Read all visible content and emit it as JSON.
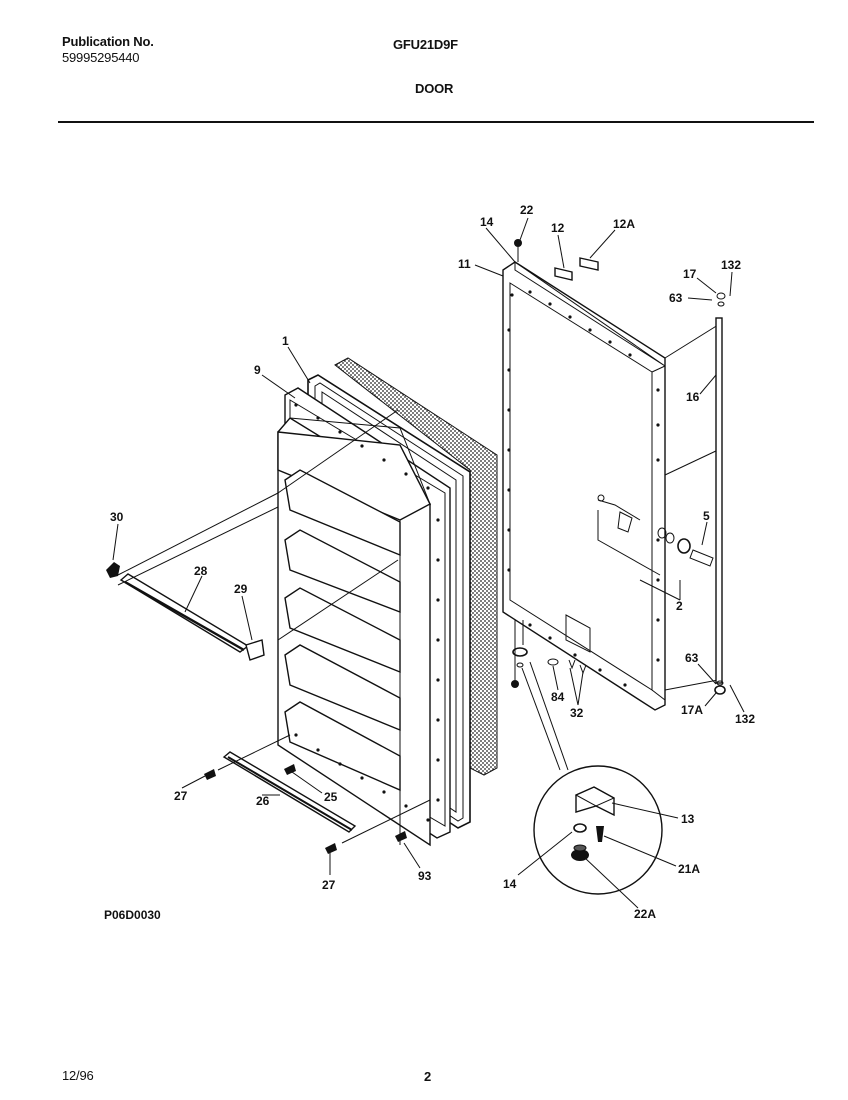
{
  "header": {
    "publication_label": "Publication No.",
    "publication_number": "59995295440",
    "model": "GFU21D9F",
    "section": "DOOR"
  },
  "diagram": {
    "code": "P06D0030",
    "callouts": {
      "c1": "1",
      "c9": "9",
      "c30": "30",
      "c28": "28",
      "c29": "29",
      "c27a": "27",
      "c25": "25",
      "c26": "26",
      "c27b": "27",
      "c93": "93",
      "c14top": "14",
      "c22": "22",
      "c12": "12",
      "c12a": "12A",
      "c11": "11",
      "c17": "17",
      "c132top": "132",
      "c63top": "63",
      "c16": "16",
      "c5": "5",
      "c2": "2",
      "c84": "84",
      "c32": "32",
      "c63bot": "63",
      "c17a": "17A",
      "c132bot": "132",
      "c13": "13",
      "c21a": "21A",
      "c14bot": "14",
      "c22a": "22A"
    }
  },
  "footer": {
    "date": "12/96",
    "page": "2"
  }
}
